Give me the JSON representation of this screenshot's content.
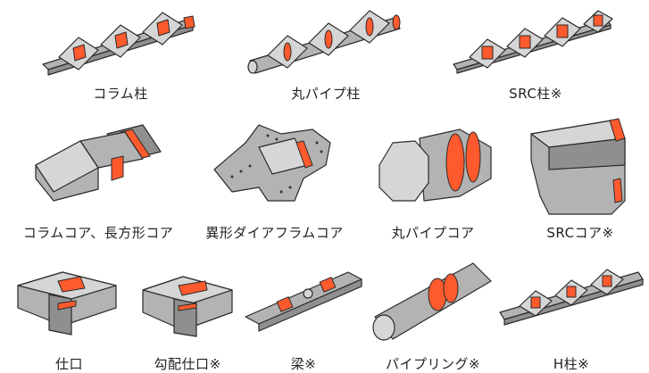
{
  "colors": {
    "accent": "#ff5a2e",
    "steel": "#b3b3b3",
    "outline": "#2a2a2a"
  },
  "items": [
    {
      "label": "コラム柱"
    },
    {
      "label": "丸パイプ柱"
    },
    {
      "label": "SRC柱※"
    },
    {
      "label": "コラムコア、長方形コア"
    },
    {
      "label": "異形ダイアフラムコア"
    },
    {
      "label": "丸パイプコア"
    },
    {
      "label": "SRCコア※"
    },
    {
      "label": "仕口"
    },
    {
      "label": "勾配仕口※"
    },
    {
      "label": "梁※"
    },
    {
      "label": "パイプリング※"
    },
    {
      "label": "H柱※"
    }
  ]
}
